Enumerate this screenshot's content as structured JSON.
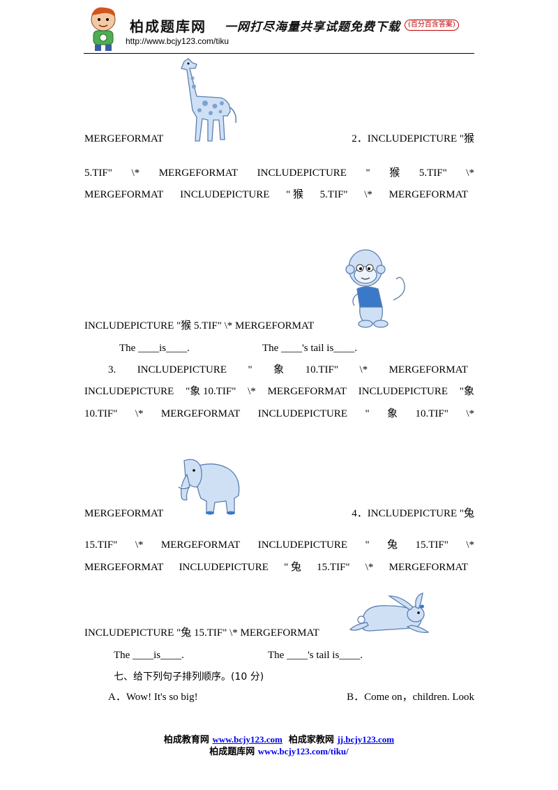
{
  "header": {
    "brand": "柏成题库网",
    "slogan": "一网打尽海量共享试题免费下载",
    "badge": "(百分百含答案)",
    "url": "http://www.bcjy123.com/tiku"
  },
  "lines": {
    "l1_left": "MERGEFORMAT",
    "l1_right": "2．INCLUDEPICTURE \"猴",
    "l2": [
      "5.TIF\"",
      "\\*",
      "MERGEFORMAT",
      "INCLUDEPICTURE",
      "\"",
      "猴",
      "5.TIF\"",
      "\\*"
    ],
    "l3": [
      "MERGEFORMAT",
      "INCLUDEPICTURE",
      "\" 猴",
      "5.TIF\"",
      "\\*",
      "MERGEFORMAT"
    ],
    "l4": "INCLUDEPICTURE \"猴 5.TIF\" \\* MERGEFORMAT",
    "q2_a": "The ____is____.",
    "q2_b": "The ____'s tail is____.",
    "l5": [
      "3.",
      "INCLUDEPICTURE",
      "\"",
      "象",
      "10.TIF\"",
      "\\*",
      "MERGEFORMAT"
    ],
    "l6": [
      "INCLUDEPICTURE",
      "\"象 10.TIF\"",
      "\\*",
      "MERGEFORMAT",
      "INCLUDEPICTURE",
      "\"象"
    ],
    "l7": [
      "10.TIF\"",
      "\\*",
      "MERGEFORMAT",
      "INCLUDEPICTURE",
      "\"",
      "象",
      "10.TIF\"",
      "\\*"
    ],
    "l8_left": "MERGEFORMAT",
    "l8_right": "4．INCLUDEPICTURE \"兔",
    "l9": [
      "15.TIF\"",
      "\\*",
      "MERGEFORMAT",
      "INCLUDEPICTURE",
      "\"",
      "兔",
      "15.TIF\"",
      "\\*"
    ],
    "l10": [
      "MERGEFORMAT",
      "INCLUDEPICTURE",
      "\" 兔",
      "15.TIF\"",
      "\\*",
      "MERGEFORMAT"
    ],
    "l11": "INCLUDEPICTURE \"兔 15.TIF\" \\* MERGEFORMAT",
    "q4_a": "The ____is____.",
    "q4_b": "The ____'s tail is____.",
    "section7": "七、给下列句子排列顺序。(10 分)",
    "opt_a": "A．Wow!  It's  so  big!",
    "opt_b": "B．Come  on，children.  Look"
  },
  "footer": {
    "edu_label": "柏成教育网",
    "edu_url": "www.bcjy123.com",
    "tutor_label": "柏成家教网",
    "tutor_url": "jj.bcjy123.com",
    "tiku_label": "柏成题库网",
    "tiku_url": "www.bcjy123.com/tiku/"
  },
  "colors": {
    "animal_fill": "#cfe0f5",
    "animal_stroke": "#5b7fb0",
    "monkey_shirt": "#3a78c8",
    "link": "#0000ee"
  }
}
